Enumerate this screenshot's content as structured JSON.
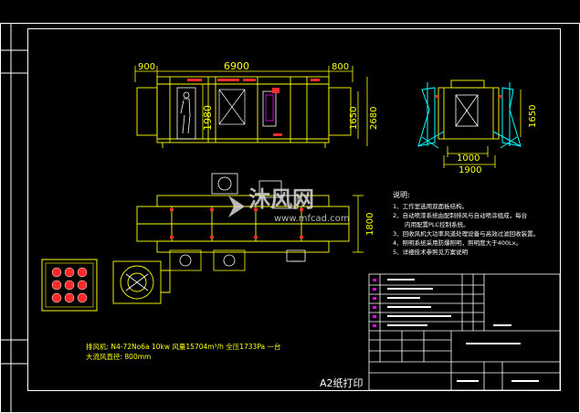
{
  "dims_front": [
    "900",
    "6900",
    "800"
  ],
  "dims_front_vertical": [
    "1980",
    "1650",
    "2680"
  ],
  "dims_side_vertical": [
    "1650"
  ],
  "dims_side_horizontal": [
    "1000",
    "1900"
  ],
  "dims_plan_vertical": [
    "1800"
  ],
  "notes": {
    "title": "说明:",
    "items": [
      "1、工作室选用双面板结构。",
      "2、自动喷漆系统由配制排风与自动喷涂组成，每台",
      "内用配置PLC控制系统。",
      "3、回收风机大功率风道处理设备与高效过滤回收装置。",
      "4、照明系统采用防爆照明，照明度大于400Lx。",
      "5、详细技术参照见方案说明"
    ]
  },
  "specs": {
    "line1": "排风机: N4-72No6a 10kw  风量15704m³/h 全压1733Pa 一台",
    "line2": "大流风直径: 800mm"
  },
  "print_note": "A2纸打印",
  "watermark": {
    "brand": "沐风网",
    "url": "www.mfcad.com"
  },
  "colors": {
    "frame": "#ffffff",
    "structure": "#ffff00",
    "accent_red": "#ff2a2a",
    "accent_cyan": "#00ffff",
    "accent_magenta": "#ff00ff",
    "accent_green": "#00ff00"
  }
}
